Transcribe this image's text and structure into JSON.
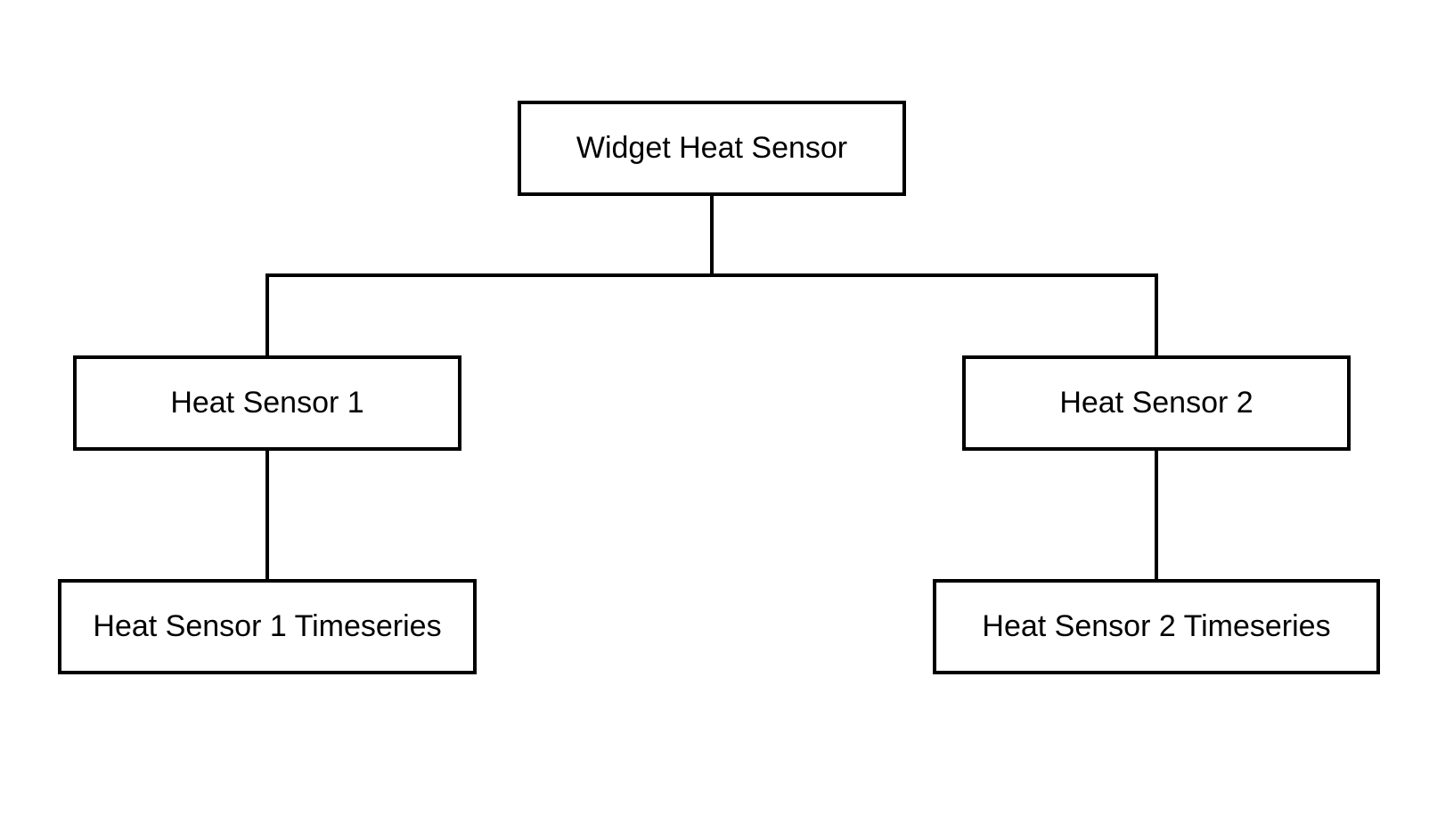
{
  "diagram": {
    "root": {
      "label": "Widget Heat Sensor"
    },
    "sensor_1": {
      "label": "Heat Sensor 1"
    },
    "sensor_2": {
      "label": "Heat Sensor 2"
    },
    "timeseries_1": {
      "label": "Heat Sensor 1 Timeseries"
    },
    "timeseries_2": {
      "label": "Heat Sensor 2 Timeseries"
    },
    "colors": {
      "stroke": "#000000",
      "background": "#ffffff",
      "text": "#000000"
    }
  }
}
